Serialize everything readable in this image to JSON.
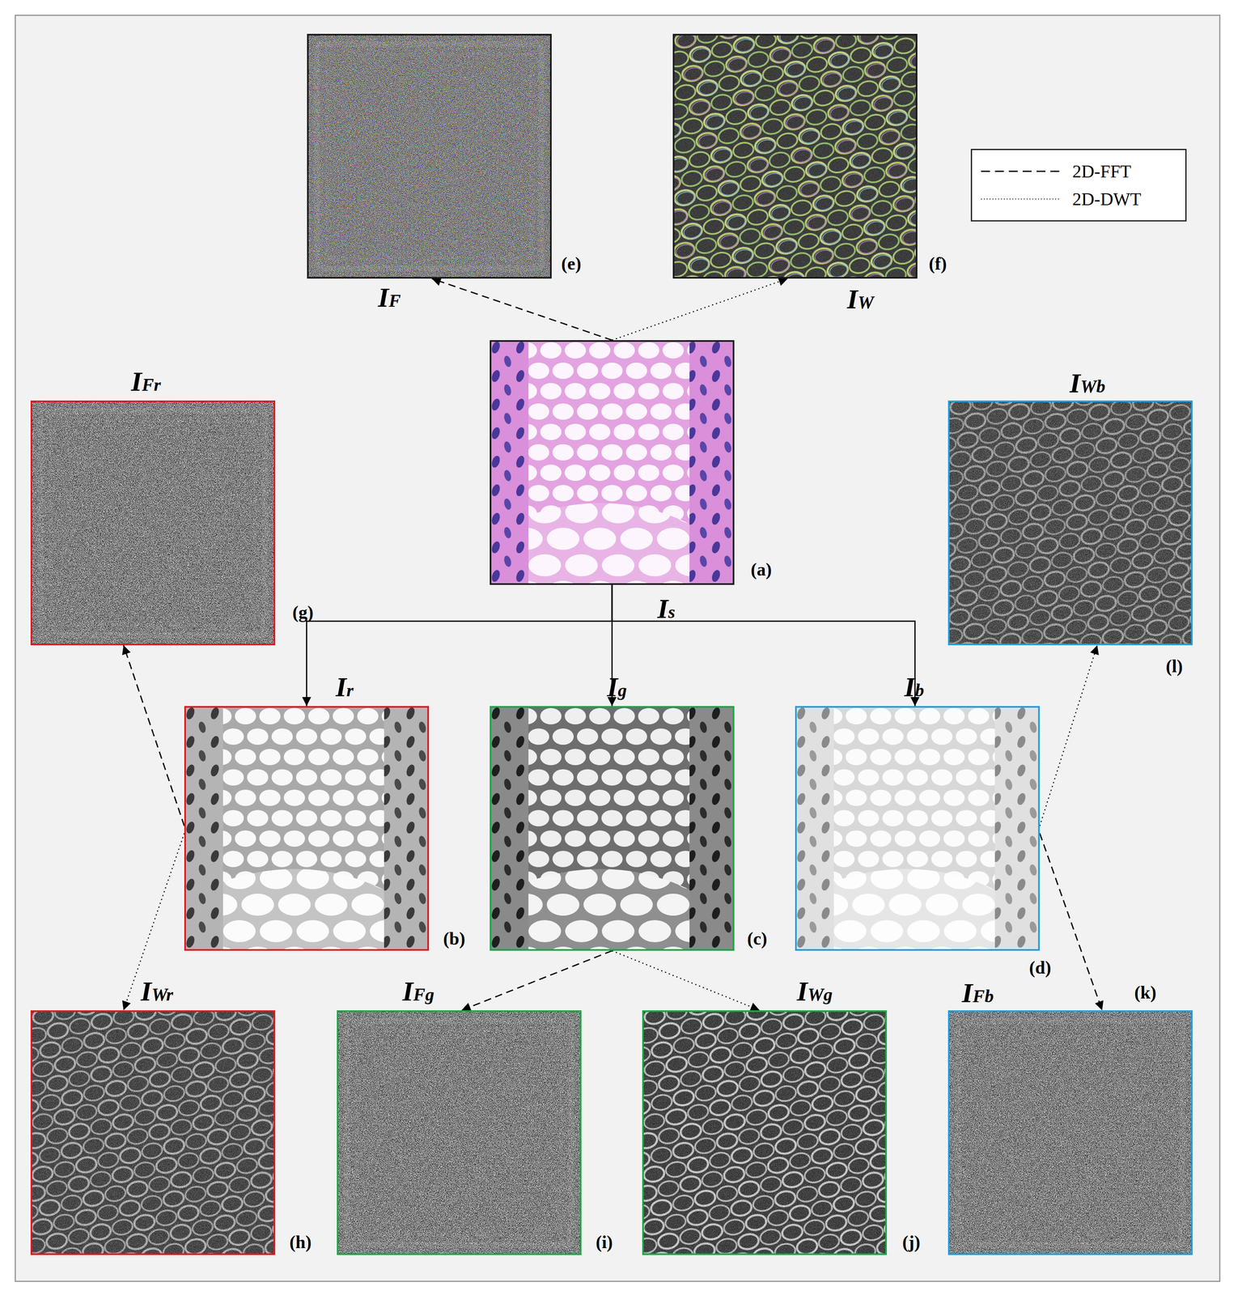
{
  "diagram": {
    "nodes": [
      {
        "text": [
          "IF",
          "(e)"
        ]
      },
      {
        "text": [
          "IW",
          "(f)"
        ]
      },
      {
        "text": [
          "IFr",
          "(g)"
        ]
      },
      {
        "text": [
          "Is",
          "(a)"
        ]
      },
      {
        "text": [
          "IWb",
          "(l)"
        ]
      },
      {
        "text": [
          "Ir",
          "(b)"
        ]
      },
      {
        "text": [
          "Ig",
          "(c)"
        ]
      },
      {
        "text": [
          "Ib",
          "(d)"
        ]
      },
      {
        "text": [
          "IWr",
          "(h)"
        ]
      },
      {
        "text": [
          "IFg",
          "(i)"
        ]
      },
      {
        "text": [
          "IWg",
          "(j)"
        ]
      },
      {
        "text": [
          "IFb",
          "(k)"
        ]
      }
    ],
    "edges": [
      {
        "from": 3,
        "to": 0,
        "arrow": "to"
      },
      {
        "from": 3,
        "to": 1,
        "arrow": "to"
      },
      {
        "from": 3,
        "to": 5,
        "arrow": "to"
      },
      {
        "from": 3,
        "to": 6,
        "arrow": "to"
      },
      {
        "from": 3,
        "to": 7,
        "arrow": "to"
      },
      {
        "from": 5,
        "to": 2,
        "arrow": "to"
      },
      {
        "from": 5,
        "to": 8,
        "arrow": "to"
      },
      {
        "from": 6,
        "to": 9,
        "arrow": "to"
      },
      {
        "from": 6,
        "to": 10,
        "arrow": "to"
      },
      {
        "from": 7,
        "to": 4,
        "arrow": "to"
      },
      {
        "from": 7,
        "to": 11,
        "arrow": "to"
      }
    ],
    "legend": [
      {
        "text": "2D-FFT"
      },
      {
        "text": "2D-DWT"
      }
    ]
  }
}
